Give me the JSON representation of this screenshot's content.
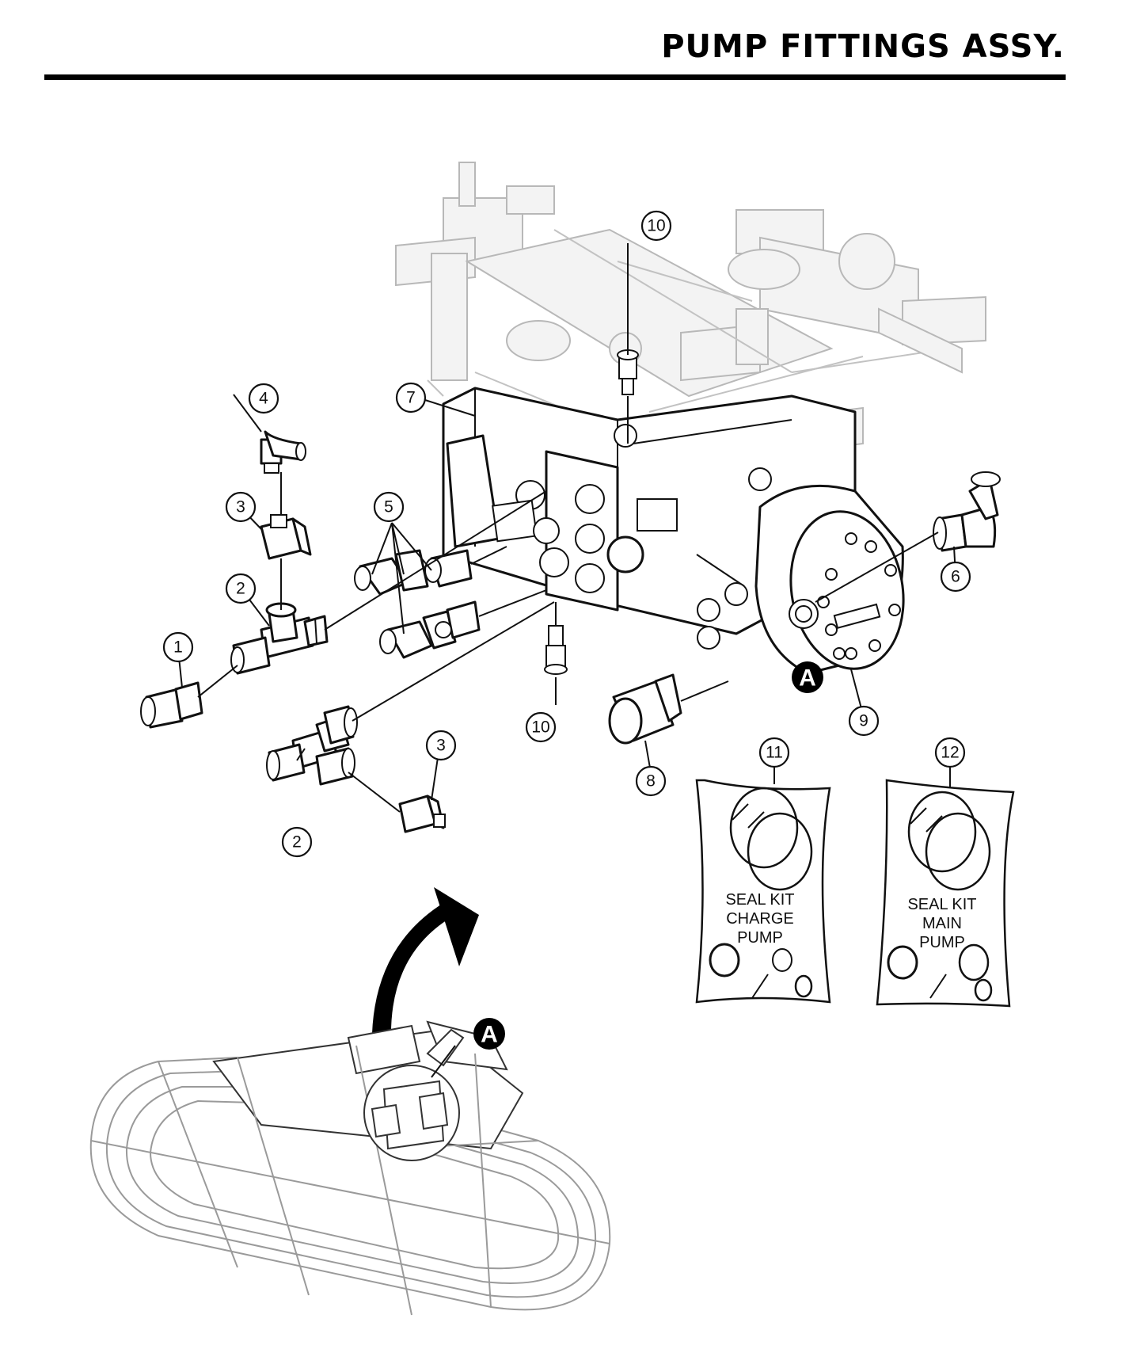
{
  "header": {
    "title": "PUMP FITTINGS ASSY."
  },
  "callouts": [
    {
      "label": "1"
    },
    {
      "label": "2"
    },
    {
      "label": "2"
    },
    {
      "label": "3"
    },
    {
      "label": "3"
    },
    {
      "label": "4"
    },
    {
      "label": "5"
    },
    {
      "label": "6"
    },
    {
      "label": "7"
    },
    {
      "label": "8"
    },
    {
      "label": "9"
    },
    {
      "label": "10"
    },
    {
      "label": "10"
    },
    {
      "label": "11"
    },
    {
      "label": "12"
    }
  ],
  "detail_marker": {
    "label": "A"
  },
  "seal_kits": [
    {
      "line1": "SEAL KIT",
      "line2": "CHARGE",
      "line3": "PUMP"
    },
    {
      "line1": "SEAL KIT",
      "line2": "MAIN",
      "line3": "PUMP"
    }
  ],
  "colors": {
    "ink": "#111111",
    "ghost": "#b8b8b8",
    "marker": "#000000"
  }
}
